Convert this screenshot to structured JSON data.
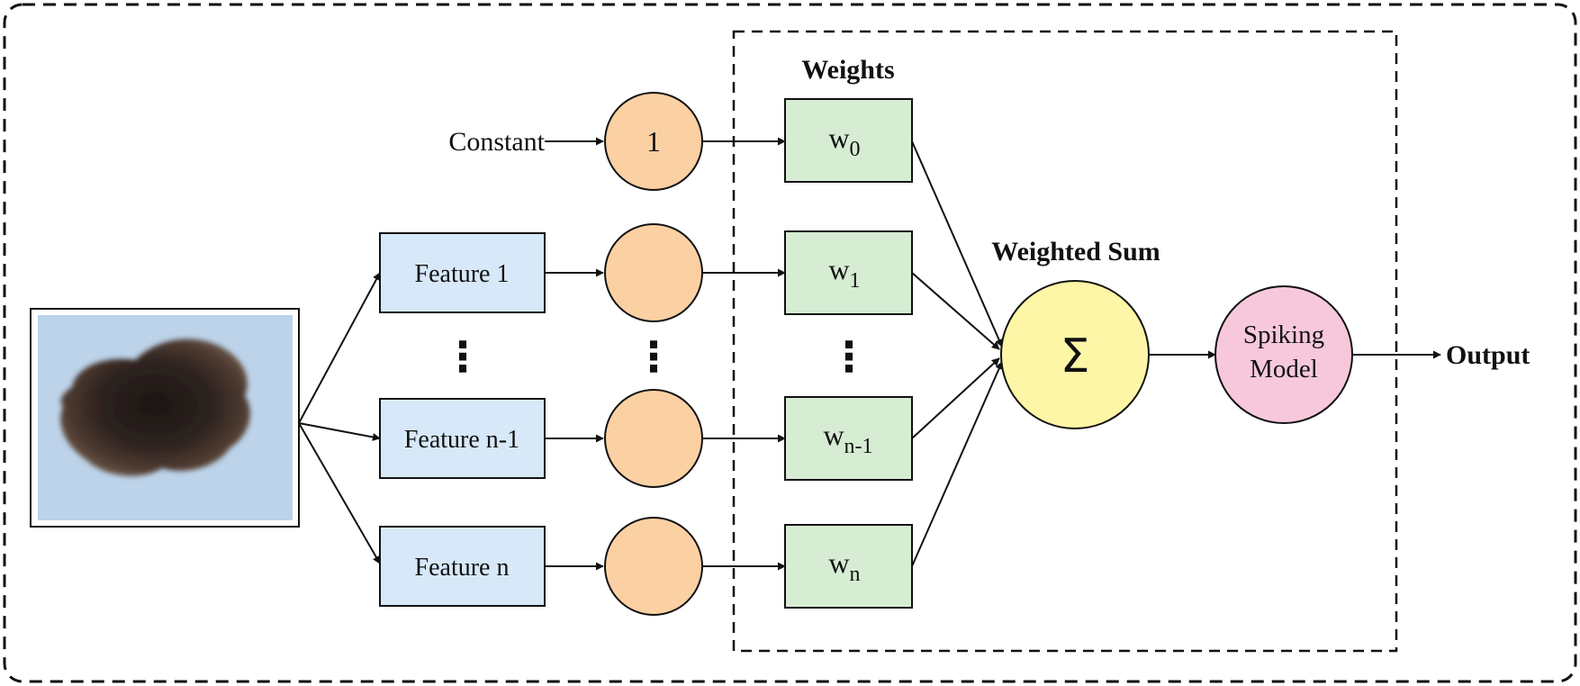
{
  "diagram": {
    "constant_label": "Constant",
    "constant_node_value": "1",
    "weights_title": "Weights",
    "weighted_sum_title": "Weighted Sum",
    "sum_symbol": "Σ",
    "spiking_line1": "Spiking",
    "spiking_line2": "Model",
    "output_label": "Output",
    "features": [
      "Feature 1",
      "Feature n-1",
      "Feature n"
    ],
    "weights": [
      {
        "base": "w",
        "sub": "0"
      },
      {
        "base": "w",
        "sub": "1"
      },
      {
        "base": "w",
        "sub": "n-1"
      },
      {
        "base": "w",
        "sub": "n"
      }
    ],
    "ellipsis": "⋮",
    "colors": {
      "feature_fill": "#d7e8f8",
      "node_fill": "#fbd0a3",
      "weight_fill": "#d6ecd3",
      "sum_fill": "#fdf6a6",
      "spiking_fill": "#f7c8dc",
      "stroke": "#111111"
    }
  }
}
